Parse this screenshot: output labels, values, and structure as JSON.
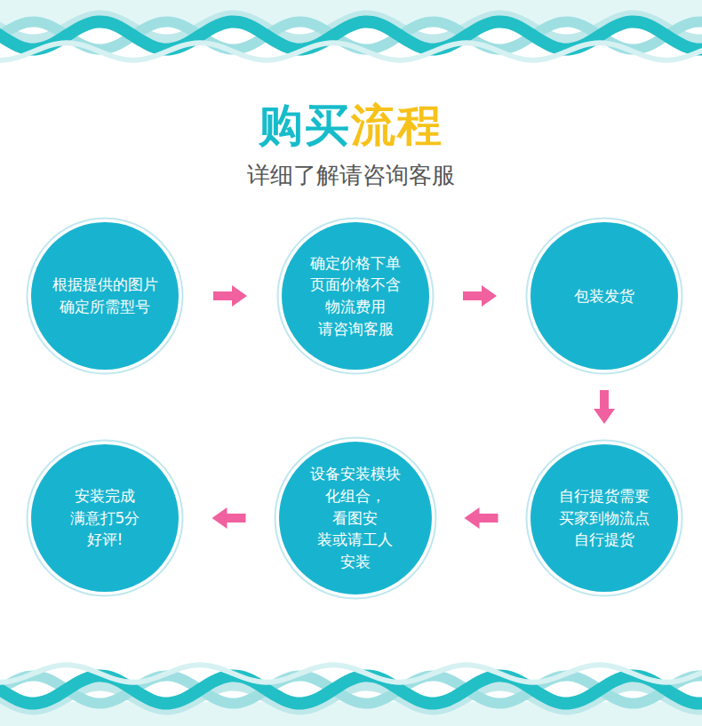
{
  "diagram": {
    "title": "购买流程",
    "nodes": [
      {
        "text": [
          "根据提供的图片 确定所需型号"
        ]
      },
      {
        "text": [
          "确定价格下单 页面价格不含 物流费用 请咨询客服"
        ]
      },
      {
        "text": [
          "包装发货"
        ]
      },
      {
        "text": [
          "自行提货需要 买家到物流点 自行提货"
        ]
      },
      {
        "text": [
          "设备安装模块 化组合，看图安 装或请工人 安装"
        ]
      },
      {
        "text": [
          "安装完成 满意打5分 好评!"
        ]
      }
    ],
    "edges": [
      {
        "from": 0,
        "to": 1,
        "arrow": "to"
      },
      {
        "from": 1,
        "to": 2,
        "arrow": "to"
      },
      {
        "from": 2,
        "to": 3,
        "arrow": "to"
      },
      {
        "from": 3,
        "to": 4,
        "arrow": "to"
      },
      {
        "from": 4,
        "to": 5,
        "arrow": "to"
      }
    ],
    "labels": [
      "详细了解请咨询客服"
    ]
  }
}
